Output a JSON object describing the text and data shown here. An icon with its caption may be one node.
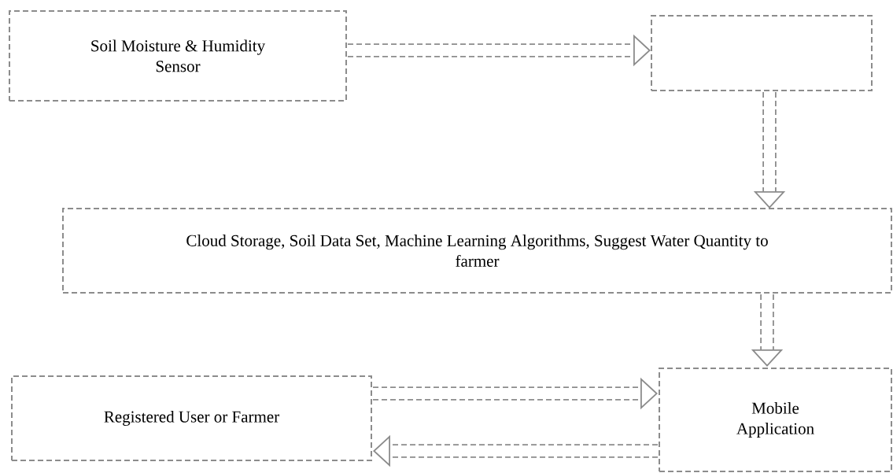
{
  "diagram": {
    "nodes": [
      {
        "text": [
          "Soil Moisture & Humidity Sensor"
        ]
      },
      {
        "text": [],
        "shape": "box"
      },
      {
        "text": [
          "Cloud Storage, Soil Data Set, Machine Learning Algorithms, Suggest Water Quantity to farmer"
        ]
      },
      {
        "text": [
          "Registered User or Farmer"
        ]
      },
      {
        "text": [
          "Mobile Application"
        ]
      }
    ],
    "edges": [
      {
        "from": 0,
        "to": 1,
        "arrow": "to"
      },
      {
        "from": 1,
        "to": 2,
        "arrow": "to"
      },
      {
        "from": 2,
        "to": 4,
        "arrow": "to"
      },
      {
        "from": 3,
        "to": 4,
        "arrow": "to"
      },
      {
        "from": 4,
        "to": 3,
        "arrow": "to"
      }
    ]
  }
}
